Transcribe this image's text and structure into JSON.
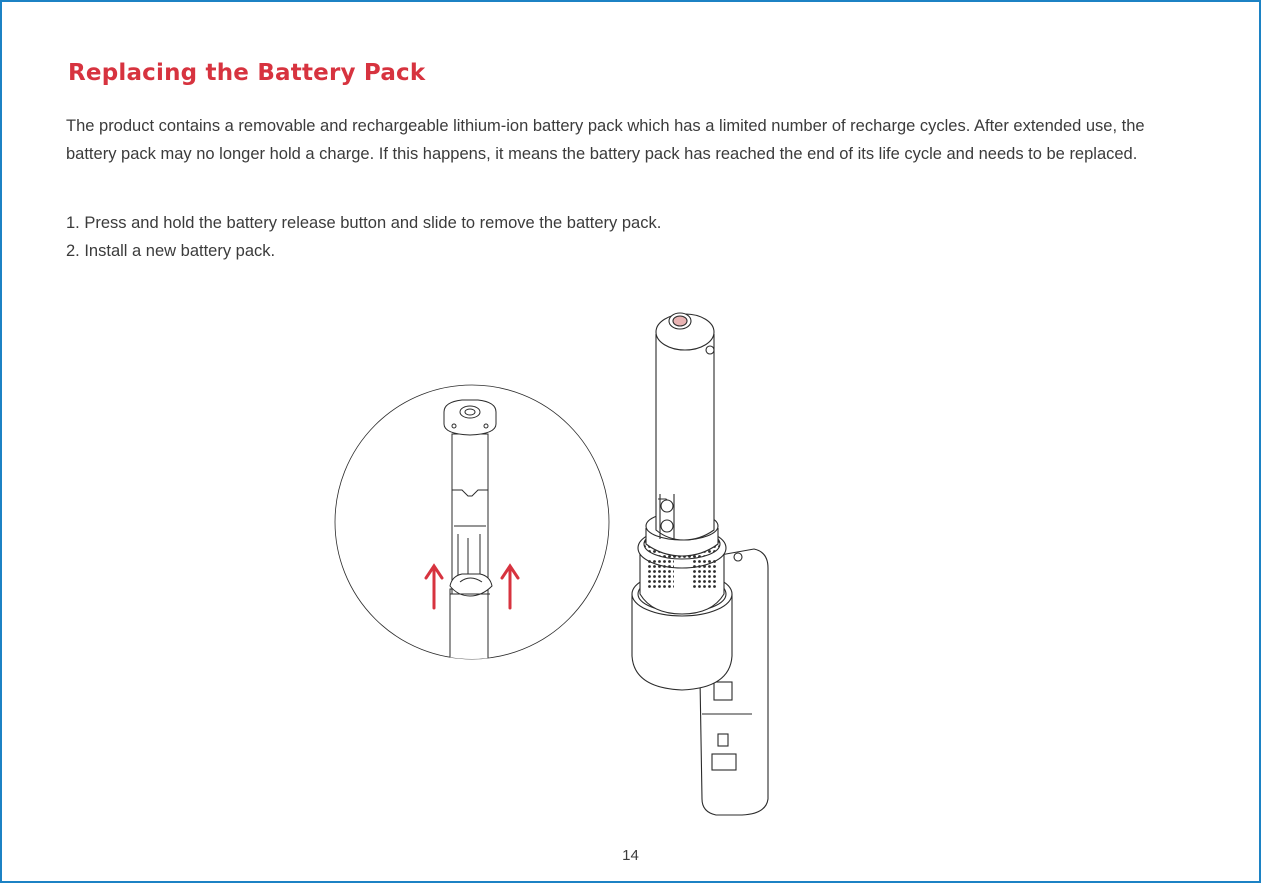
{
  "header": {
    "title": "Replacing the Battery Pack"
  },
  "intro": {
    "text": "The product contains a removable and rechargeable lithium-ion battery pack which has a limited number of recharge cycles. After extended use, the battery pack may no longer hold a charge. If this happens, it means the battery pack has reached the end of its life cycle and needs to be replaced."
  },
  "steps": [
    "1. Press and hold the battery release button and slide to remove the battery pack.",
    "2. Install a new battery pack."
  ],
  "illustration": {
    "icon": "vacuum-battery-removal-diagram",
    "arrow_color": "#d7333f",
    "line_color": "#2b2b2b"
  },
  "footer": {
    "page_number": "14"
  },
  "colors": {
    "border": "#1c82c4",
    "title": "#d7333f",
    "text": "#3b3b3b"
  }
}
